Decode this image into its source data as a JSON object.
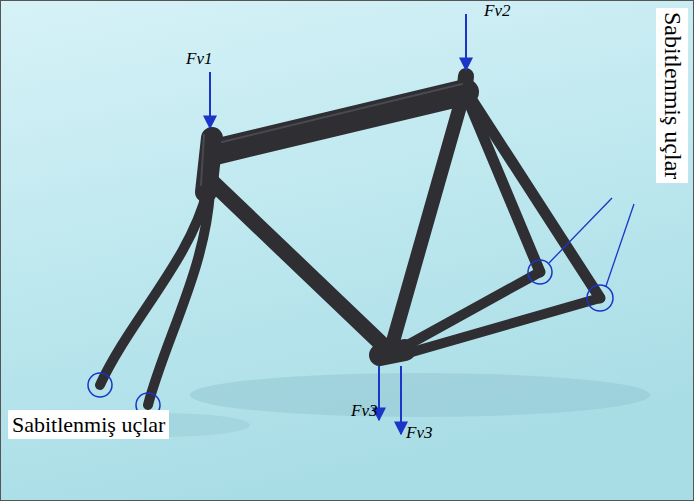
{
  "diagram": {
    "labels": [
      "Fv1",
      "Fv2",
      "Sabitlenmiş uçlar",
      "Fv3",
      "Fv3",
      "Sabitlenmiş uçlar"
    ]
  }
}
